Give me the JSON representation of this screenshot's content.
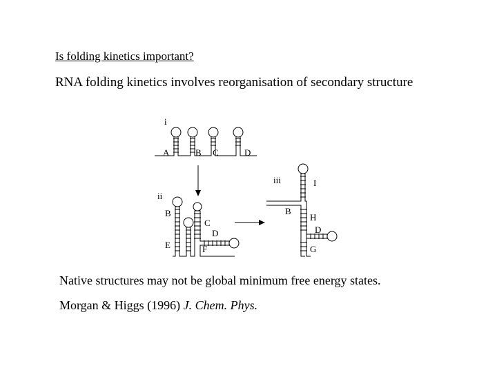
{
  "slide": {
    "heading": "Is folding kinetics important?",
    "subtitle": "RNA folding kinetics involves reorganisation of secondary structure",
    "caption": "Native structures may not be global minimum free energy states.",
    "citation": {
      "authors": "Morgan & Higgs (1996) ",
      "journal": "J. Chem. Phys."
    }
  },
  "diagram": {
    "structure_labels": {
      "i": "i",
      "ii": "ii",
      "iii": "iii"
    },
    "helix_labels_i": {
      "A": "A",
      "B": "B",
      "C": "C",
      "D": "D"
    },
    "helix_labels_ii": {
      "B": "B",
      "C": "C",
      "D": "D",
      "E": "E",
      "F": "F"
    },
    "helix_labels_iii": {
      "I": "I",
      "B": "B",
      "H": "H",
      "D": "D",
      "G": "G"
    }
  }
}
